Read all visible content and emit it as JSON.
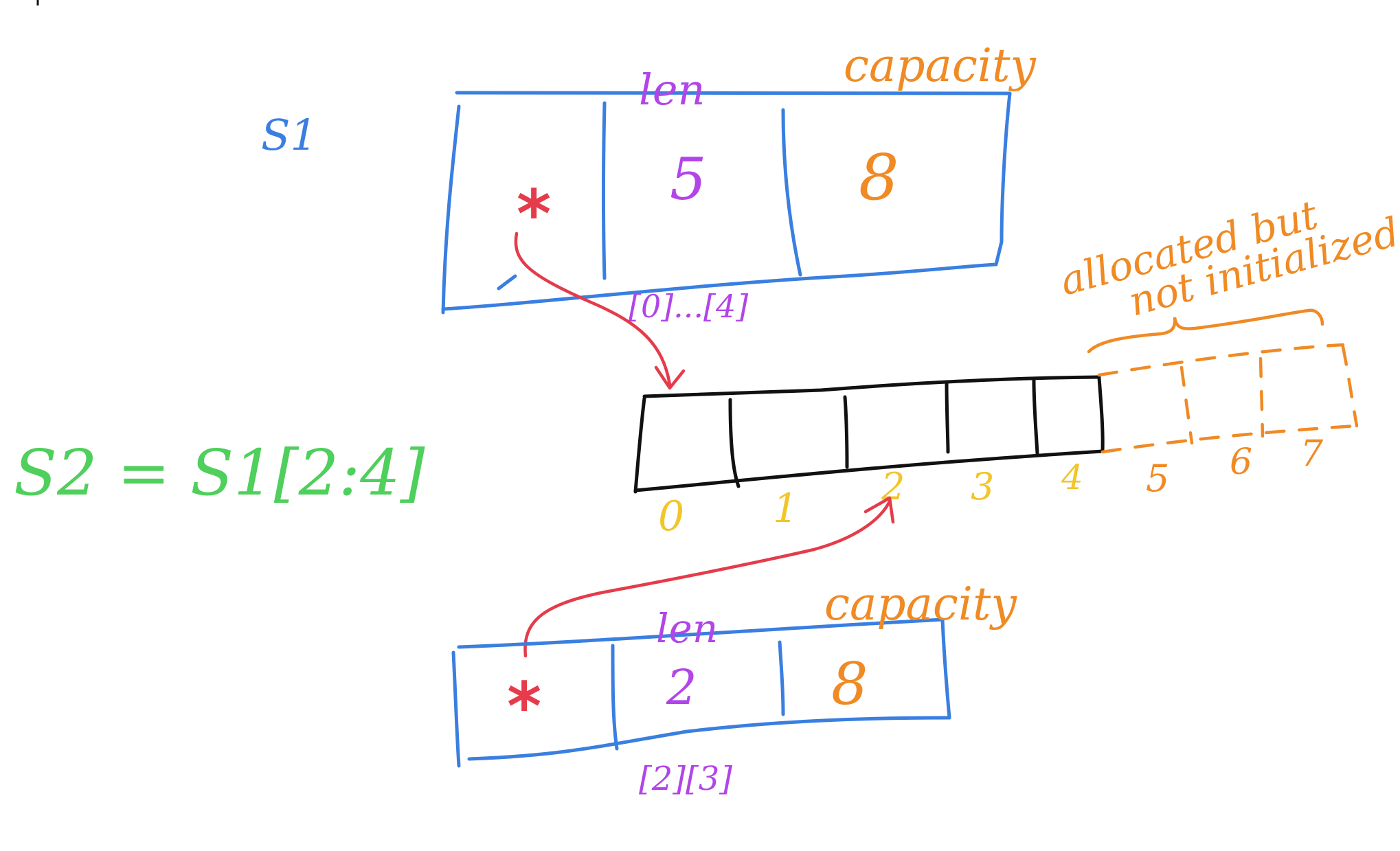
{
  "colors": {
    "blue": "#3a7fe0",
    "purple": "#b145e8",
    "orange": "#f08a24",
    "red": "#e53b4a",
    "green": "#4fcf5b",
    "yellow": "#f2c52b",
    "black": "#111111"
  },
  "s1": {
    "name": "S1",
    "len_label": "len",
    "capacity_label": "capacity",
    "pointer": "*",
    "len": "5",
    "cap": "8",
    "range": "[0]...[4]"
  },
  "s2": {
    "expression": "S2 = S1[2:4]",
    "len_label": "len",
    "capacity_label": "capacity",
    "pointer": "*",
    "len": "2",
    "cap": "8",
    "range": "[2][3]"
  },
  "array": {
    "indices_initialized": [
      "0",
      "1",
      "2",
      "3",
      "4"
    ],
    "indices_allocated": [
      "5",
      "6",
      "7"
    ],
    "allocated_note_line1": "allocated but",
    "allocated_note_line2": "not initialized"
  }
}
